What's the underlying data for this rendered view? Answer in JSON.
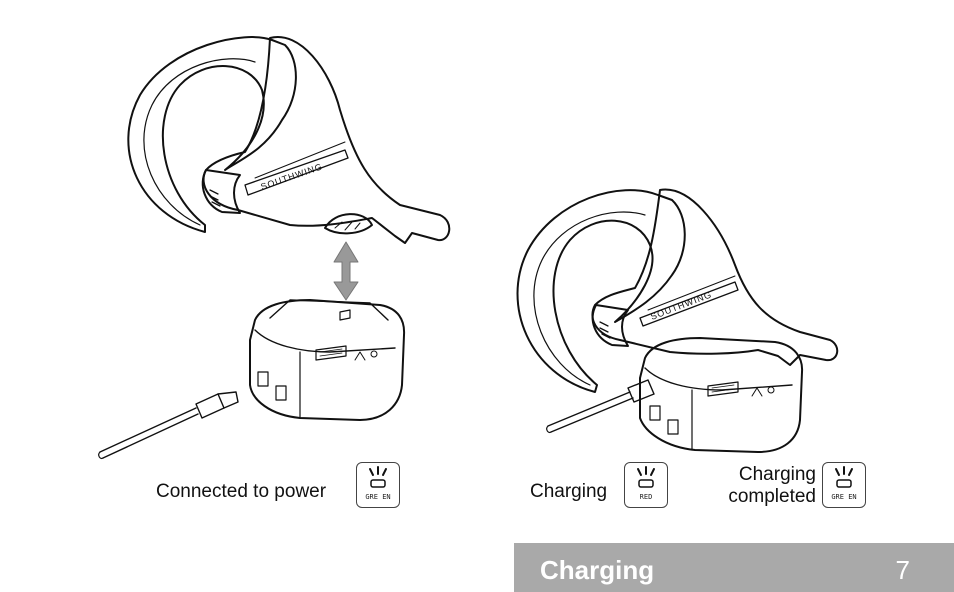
{
  "left_panel": {
    "brand_label": "SOUTHWING",
    "caption": "Connected to power",
    "led_color": "GRE EN"
  },
  "right_panel": {
    "brand_label": "SOUTHWING",
    "charging_caption": "Charging",
    "charging_led_color": "RED",
    "completed_caption_line1": "Charging",
    "completed_caption_line2": "completed",
    "completed_led_color": "GRE EN"
  },
  "footer": {
    "section_title": "Charging",
    "page_number": "7"
  },
  "colors": {
    "footer_background": "#a9a9a9",
    "footer_text": "#ffffff",
    "line_art": "#111111"
  }
}
